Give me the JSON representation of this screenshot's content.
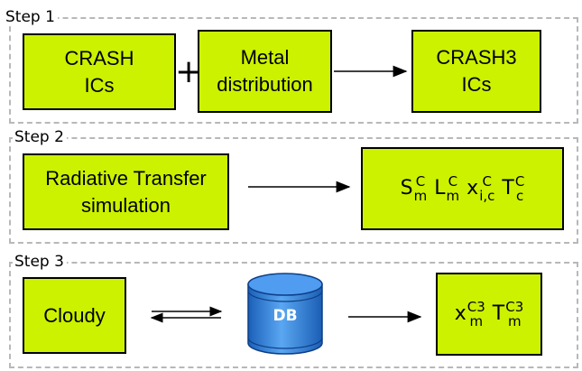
{
  "steps": [
    {
      "label": "Step 1"
    },
    {
      "label": "Step 2"
    },
    {
      "label": "Step 3"
    }
  ],
  "step1": {
    "crash_ics": "CRASH\nICs",
    "plus": "+",
    "metal": "Metal\ndistribution",
    "crash3_ics": "CRASH3\nICs"
  },
  "step2": {
    "rt": "Radiative Transfer\nsimulation",
    "outputs": [
      {
        "base": "S",
        "sup": "C",
        "sub": "m"
      },
      {
        "base": "L",
        "sup": "C",
        "sub": "m"
      },
      {
        "base": "x",
        "sup": "C",
        "sub": "i,c"
      },
      {
        "base": "T",
        "sup": "C",
        "sub": "c"
      }
    ]
  },
  "step3": {
    "cloudy": "Cloudy",
    "db": "DB",
    "outputs": [
      {
        "base": "x",
        "sup": "C3",
        "sub": "m"
      },
      {
        "base": "T",
        "sup": "C3",
        "sub": "m"
      }
    ]
  },
  "colors": {
    "box_fill": "#ccf200",
    "db_fill": "#2f7fd8",
    "dashed_border": "#b8b8b8"
  }
}
